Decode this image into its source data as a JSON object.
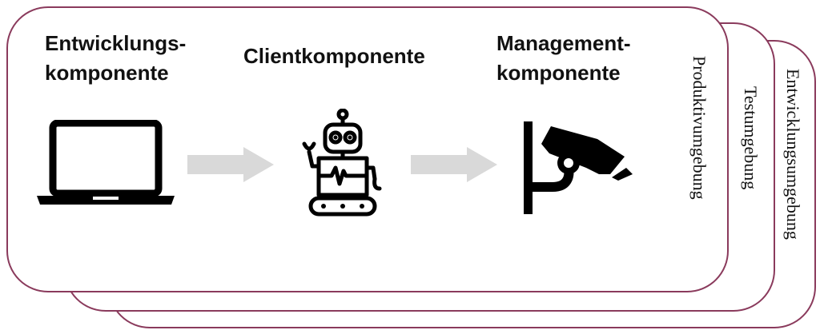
{
  "environments": [
    {
      "label": "Entwicklungsumgebung"
    },
    {
      "label": "Testumgebung"
    },
    {
      "label": "Produktivumgebung"
    }
  ],
  "components": {
    "development": {
      "line1": "Entwicklungs-",
      "line2": "komponente",
      "icon": "laptop-icon"
    },
    "client": {
      "line1": "Clientkomponente",
      "icon": "robot-icon"
    },
    "management": {
      "line1": "Management-",
      "line2": "komponente",
      "icon": "security-camera-icon"
    }
  },
  "colors": {
    "border": "#8a3a5c",
    "arrow": "#d9d9d9",
    "icon": "#000000",
    "text": "#111111"
  }
}
